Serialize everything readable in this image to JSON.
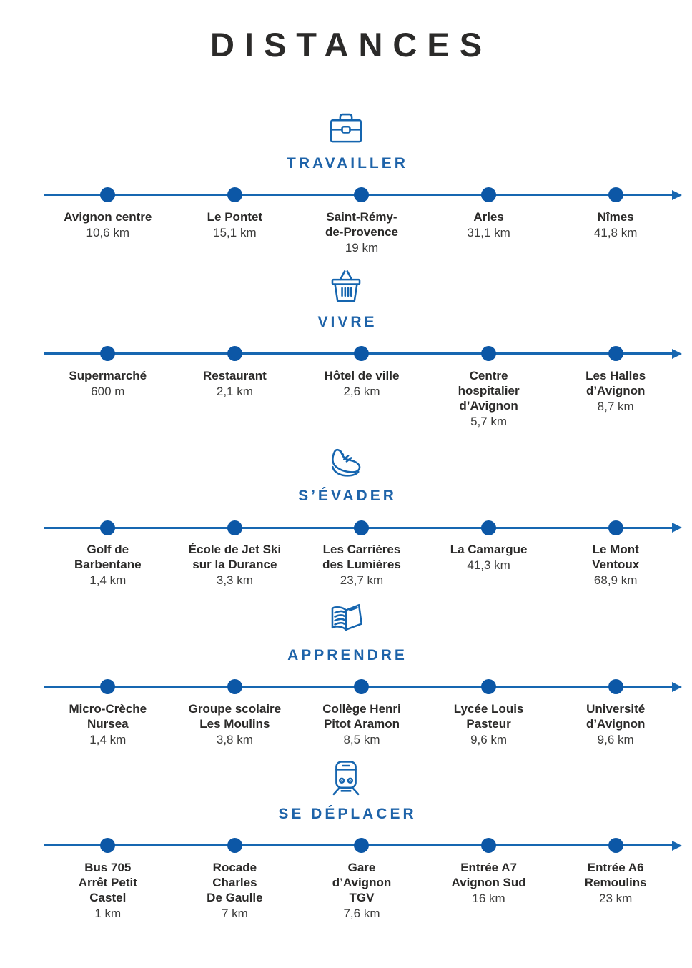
{
  "title": "DISTANCES",
  "colors": {
    "accent": "#1565af",
    "line": "#1767b1",
    "dot": "#0c57a6",
    "heading_text": "#2b2a29",
    "section_title_text": "#1e63a9"
  },
  "sections": [
    {
      "label": "TRAVAILLER",
      "icon": "briefcase-icon",
      "items": [
        {
          "name": "Avignon centre",
          "distance": "10,6 km"
        },
        {
          "name": "Le Pontet",
          "distance": "15,1 km"
        },
        {
          "name": "Saint-Rémy-\nde-Provence",
          "distance": "19 km"
        },
        {
          "name": "Arles",
          "distance": "31,1 km"
        },
        {
          "name": "Nîmes",
          "distance": "41,8 km"
        }
      ]
    },
    {
      "label": "VIVRE",
      "icon": "shopping-basket-icon",
      "items": [
        {
          "name": "Supermarché",
          "distance": "600 m"
        },
        {
          "name": "Restaurant",
          "distance": "2,1 km"
        },
        {
          "name": "Hôtel de ville",
          "distance": "2,6 km"
        },
        {
          "name": "Centre\nhospitalier\nd’Avignon",
          "distance": "5,7 km"
        },
        {
          "name": "Les Halles\nd’Avignon",
          "distance": "8,7 km"
        }
      ]
    },
    {
      "label": "S’ÉVADER",
      "icon": "sneaker-icon",
      "items": [
        {
          "name": "Golf de\nBarbentane",
          "distance": "1,4 km"
        },
        {
          "name": "École de Jet Ski\nsur la Durance",
          "distance": "3,3 km"
        },
        {
          "name": "Les Carrières\ndes Lumières",
          "distance": "23,7 km"
        },
        {
          "name": "La Camargue",
          "distance": "41,3 km"
        },
        {
          "name": "Le Mont\nVentoux",
          "distance": "68,9 km"
        }
      ]
    },
    {
      "label": "APPRENDRE",
      "icon": "open-book-icon",
      "items": [
        {
          "name": "Micro-Crèche\nNursea",
          "distance": "1,4 km"
        },
        {
          "name": "Groupe scolaire\nLes Moulins",
          "distance": "3,8 km"
        },
        {
          "name": "Collège Henri\nPitot Aramon",
          "distance": "8,5 km"
        },
        {
          "name": "Lycée Louis\nPasteur",
          "distance": "9,6 km"
        },
        {
          "name": "Université\nd’Avignon",
          "distance": "9,6 km"
        }
      ]
    },
    {
      "label": "SE DÉPLACER",
      "icon": "train-icon",
      "items": [
        {
          "name": "Bus 705\nArrêt Petit\nCastel",
          "distance": "1 km"
        },
        {
          "name": "Rocade\nCharles\nDe Gaulle",
          "distance": "7 km"
        },
        {
          "name": "Gare\nd’Avignon\nTGV",
          "distance": "7,6 km"
        },
        {
          "name": "Entrée A7\nAvignon Sud",
          "distance": "16 km"
        },
        {
          "name": "Entrée A6\nRemoulins",
          "distance": "23 km"
        }
      ]
    }
  ]
}
